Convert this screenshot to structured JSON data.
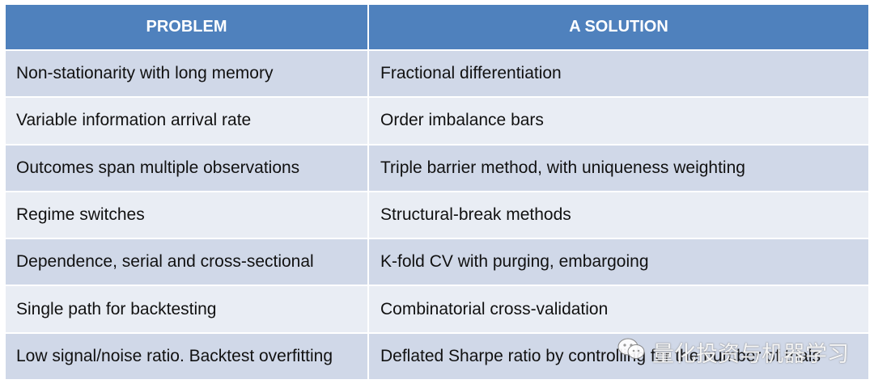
{
  "table": {
    "headers": [
      "PROBLEM",
      "A SOLUTION"
    ],
    "rows": [
      [
        "Non-stationarity with long memory",
        "Fractional differentiation"
      ],
      [
        "Variable information arrival rate",
        "Order imbalance bars"
      ],
      [
        "Outcomes span multiple observations",
        "Triple barrier method, with uniqueness weighting"
      ],
      [
        "Regime switches",
        "Structural-break methods"
      ],
      [
        "Dependence, serial and cross-sectional",
        "K-fold CV with purging, embargoing"
      ],
      [
        "Single path for backtesting",
        "Combinatorial cross-validation"
      ],
      [
        "Low signal/noise ratio. Backtest overfitting",
        "Deflated Sharpe ratio by controlling for the number of trials"
      ]
    ]
  },
  "watermark": {
    "text": "量化投资与机器学习",
    "icon": "wechat-icon"
  },
  "colors": {
    "header_bg": "#4f81bd",
    "row_odd": "#d0d8e8",
    "row_even": "#e9edf4"
  }
}
